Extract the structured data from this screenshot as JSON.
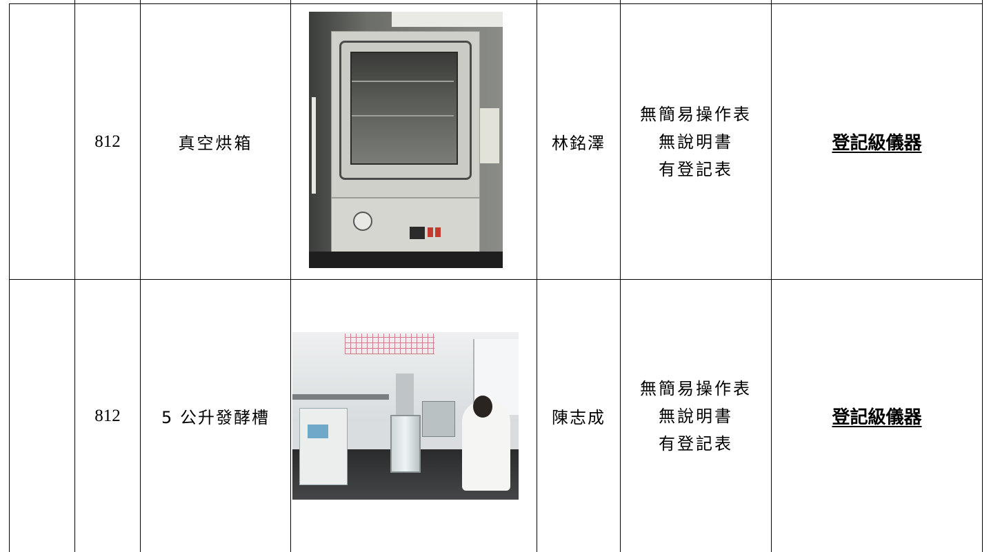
{
  "rows": [
    {
      "room": "812",
      "name": "真空烘箱",
      "photo_icon": "vacuum-oven-photo",
      "keeper": "林銘澤",
      "notes": [
        "無簡易操作表",
        "無說明書",
        "有登記表"
      ],
      "level": "登記級儀器"
    },
    {
      "room": "812",
      "name": "5 公升發酵槽",
      "photo_icon": "fermenter-photo",
      "keeper": "陳志成",
      "notes": [
        "無簡易操作表",
        "無說明書",
        "有登記表"
      ],
      "level": "登記級儀器"
    }
  ]
}
